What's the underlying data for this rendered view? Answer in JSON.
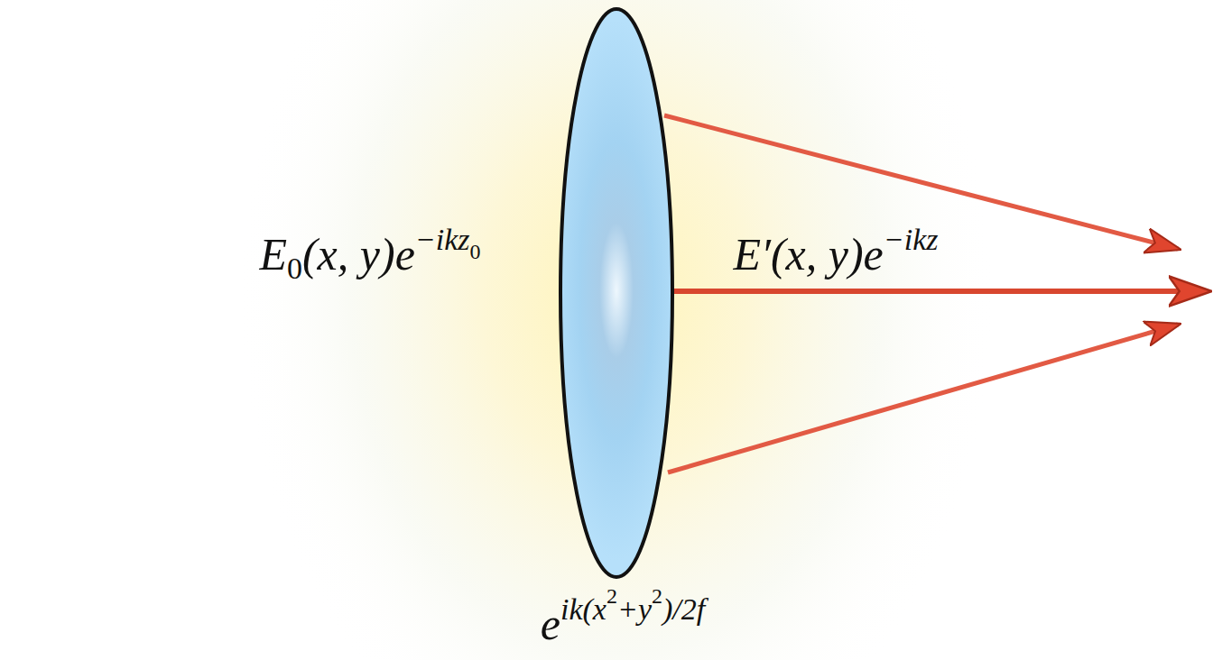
{
  "diagram": {
    "labels": [
      "E",
      "0",
      "(x, y)e",
      "−ikz",
      "0",
      "E′(x, y)e",
      "−ikz",
      "e",
      "ik(x",
      "2",
      "+y",
      "2",
      ")/2f"
    ]
  }
}
